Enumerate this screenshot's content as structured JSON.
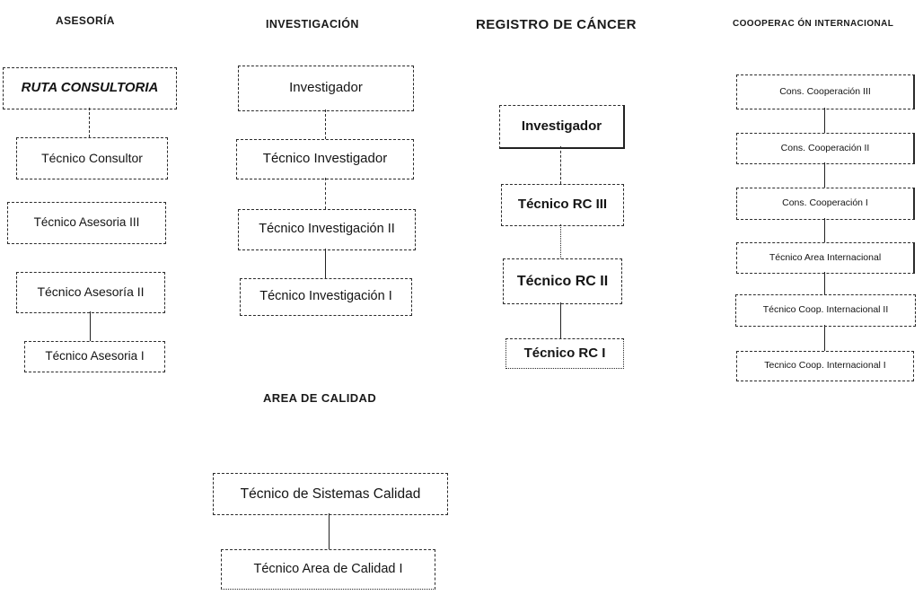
{
  "diagram": {
    "type": "org-chart",
    "colors": {
      "ink": "#1a1a1a",
      "background": "#ffffff"
    },
    "columns": [
      {
        "title": "ASESORÍA",
        "boxes": [
          {
            "label": "RUTA CONSULTORIA"
          },
          {
            "label": "Técnico Consultor"
          },
          {
            "label": "Técnico Asesoria III"
          },
          {
            "label": "Técnico Asesoría II"
          },
          {
            "label": "Técnico Asesoria I"
          }
        ]
      },
      {
        "title": "INVESTIGACIÓN",
        "boxes": [
          {
            "label": "Investigador"
          },
          {
            "label": "Técnico Investigador"
          },
          {
            "label": "Técnico Investigación II"
          },
          {
            "label": "Técnico Investigación I"
          }
        ]
      },
      {
        "title": "REGISTRO DE CÁNCER",
        "boxes": [
          {
            "label": "Investigador"
          },
          {
            "label": "Técnico RC III"
          },
          {
            "label": "Técnico RC II"
          },
          {
            "label": "Técnico RC I"
          }
        ]
      },
      {
        "title": "COOOPERAC ÓN INTERNACIONAL",
        "boxes": [
          {
            "label": "Cons. Cooperación III"
          },
          {
            "label": "Cons. Cooperación II"
          },
          {
            "label": "Cons. Cooperación I"
          },
          {
            "label": "Técnico Area Internacional"
          },
          {
            "label": "Técnico Coop. Internacional II"
          },
          {
            "label": "Tecnico Coop. Internacional I"
          }
        ]
      },
      {
        "title": "AREA DE CALIDAD",
        "boxes": [
          {
            "label": "Técnico de Sistemas Calidad"
          },
          {
            "label": "Técnico Area de Calidad I"
          }
        ]
      }
    ]
  }
}
